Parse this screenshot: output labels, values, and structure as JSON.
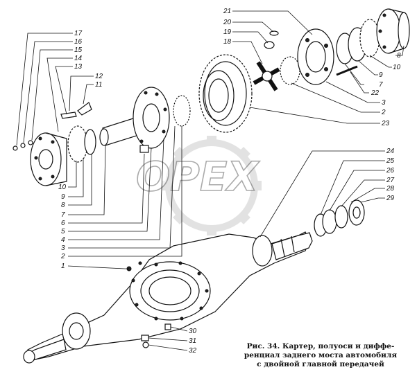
{
  "watermark": "ОРЕХ",
  "caption": {
    "line1": "Рис. 34. Картер, полуоси и диффе-",
    "line2": "ренциал заднего моста автомобиля",
    "line3": "с двойной главной передачей"
  },
  "labels": {
    "l21": "21",
    "l20": "20",
    "l19": "19",
    "l18": "18",
    "l8r": "8",
    "l10r": "10",
    "l9r": "9",
    "l7r": "7",
    "l22": "22",
    "l3r": "3",
    "l2r": "2",
    "l23": "23",
    "l17": "17",
    "l16": "16",
    "l15": "15",
    "l14": "14",
    "l13": "13",
    "l12": "12",
    "l11": "11",
    "l10l": "10",
    "l9l": "9",
    "l8l": "8",
    "l7l": "7",
    "l6": "6",
    "l5": "5",
    "l4": "4",
    "l3l": "3",
    "l2l": "2",
    "l1": "1",
    "l24": "24",
    "l25": "25",
    "l26": "26",
    "l27": "27",
    "l28": "28",
    "l29": "29",
    "l30": "30",
    "l31": "31",
    "l32": "32"
  }
}
